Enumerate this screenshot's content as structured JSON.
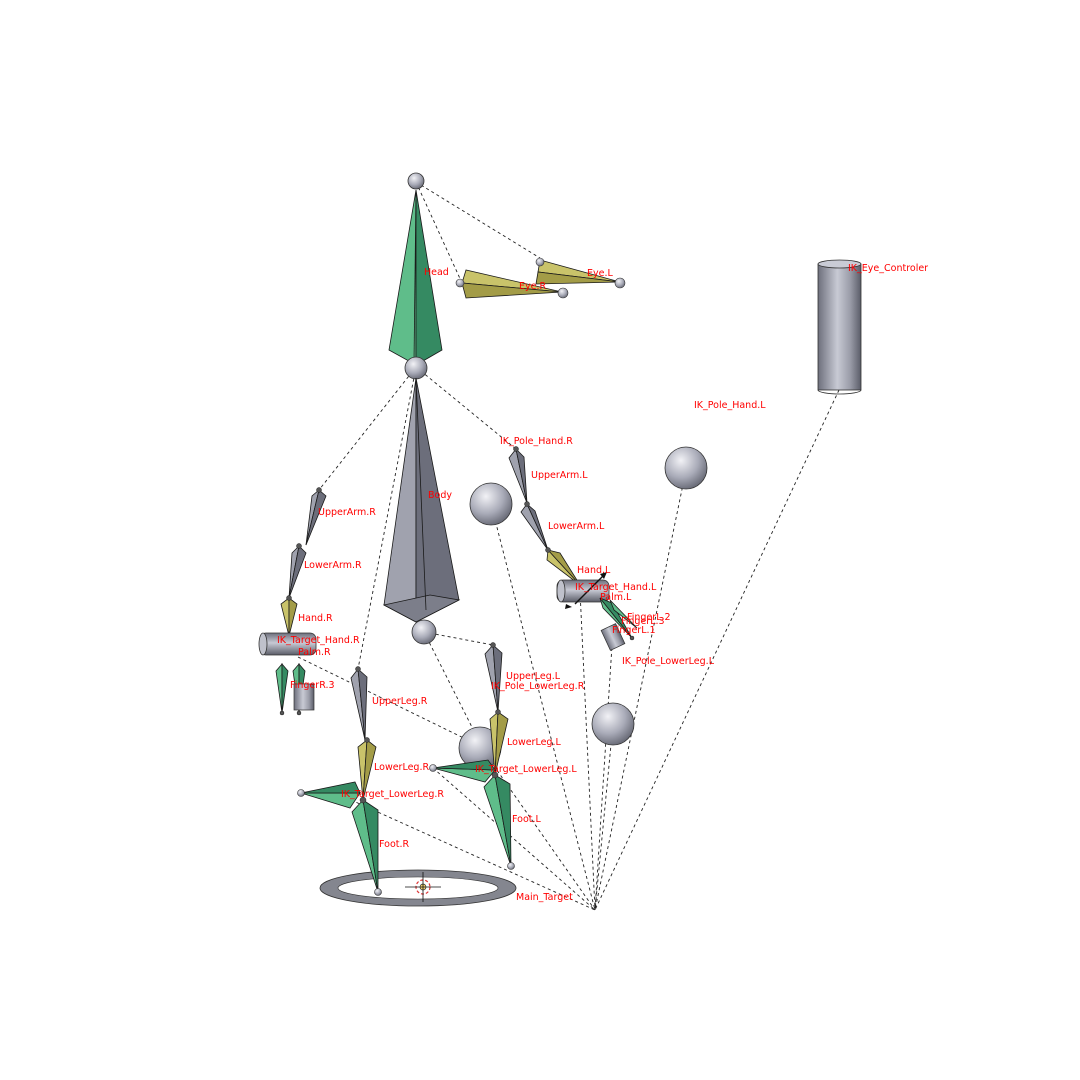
{
  "colors": {
    "label": "#ff0000",
    "bone_gray": "#7d7f8d",
    "bone_green": "#3e9b70",
    "bone_yellow": "#b4ac4f",
    "relation_line": "#222222",
    "background": "#ffffff"
  },
  "labels": {
    "head": "Head",
    "eye_r": "Eye.R",
    "eye_l": "Eye.L",
    "ik_eye_controler": "IK_Eye_Controler",
    "ik_pole_hand_l": "IK_Pole_Hand.L",
    "ik_pole_hand_r": "IK_Pole_Hand.R",
    "upperarm_l": "UpperArm.L",
    "upperarm_r": "UpperArm.R",
    "body": "Body",
    "lowerarm_l": "LowerArm.L",
    "lowerarm_r": "LowerArm.R",
    "hand_l": "Hand.L",
    "hand_r": "Hand.R",
    "ik_target_hand_l": "IK_Target_Hand.L",
    "ik_target_hand_r": "IK_Target_Hand.R",
    "palm_l": "Palm.L",
    "palm_r": "Palm.R",
    "finger_l_2": "FingerL.2",
    "finger_l_3": "FingerL.3",
    "finger_l_1": "FingerL.1",
    "finger_r_3": "FingerR.3",
    "ik_pole_lowerleg_l": "IK_Pole_LowerLeg.L",
    "ik_pole_lowerleg_r": "IK_Pole_LowerLeg.R",
    "upperleg_l": "UpperLeg.L",
    "upperleg_r": "UpperLeg.R",
    "lowerleg_l": "LowerLeg.L",
    "lowerleg_r": "LowerLeg.R",
    "ik_target_lowerleg_l": "IK_Target_LowerLeg.L",
    "ik_target_lowerleg_r": "IK_Target_LowerLeg.R",
    "foot_l": "Foot.L",
    "foot_r": "Foot.R",
    "main_target": "Main_Target"
  }
}
